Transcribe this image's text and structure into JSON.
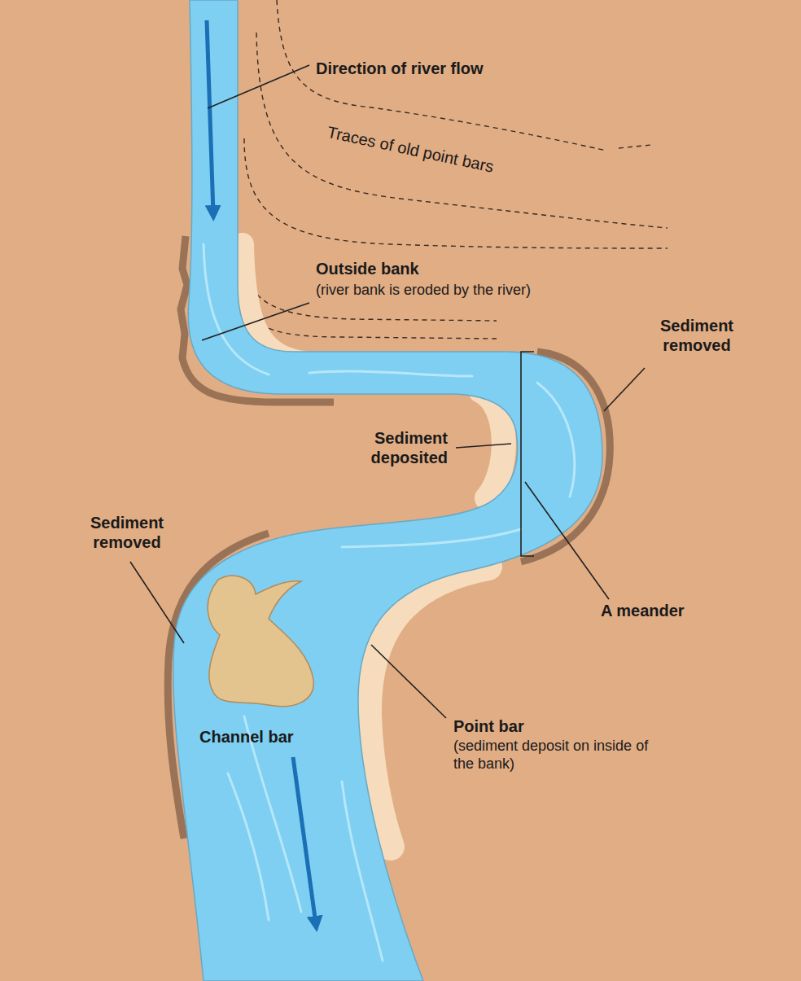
{
  "diagram": {
    "labels": [
      "Direction of river flow",
      "Traces of old point bars",
      "Outside bank",
      "(river bank is eroded by the river)",
      "Sediment removed",
      "Sediment deposited",
      "A meander",
      "Sediment removed",
      "Channel bar",
      "Point bar",
      "(sediment deposit on inside of the bank)"
    ]
  }
}
